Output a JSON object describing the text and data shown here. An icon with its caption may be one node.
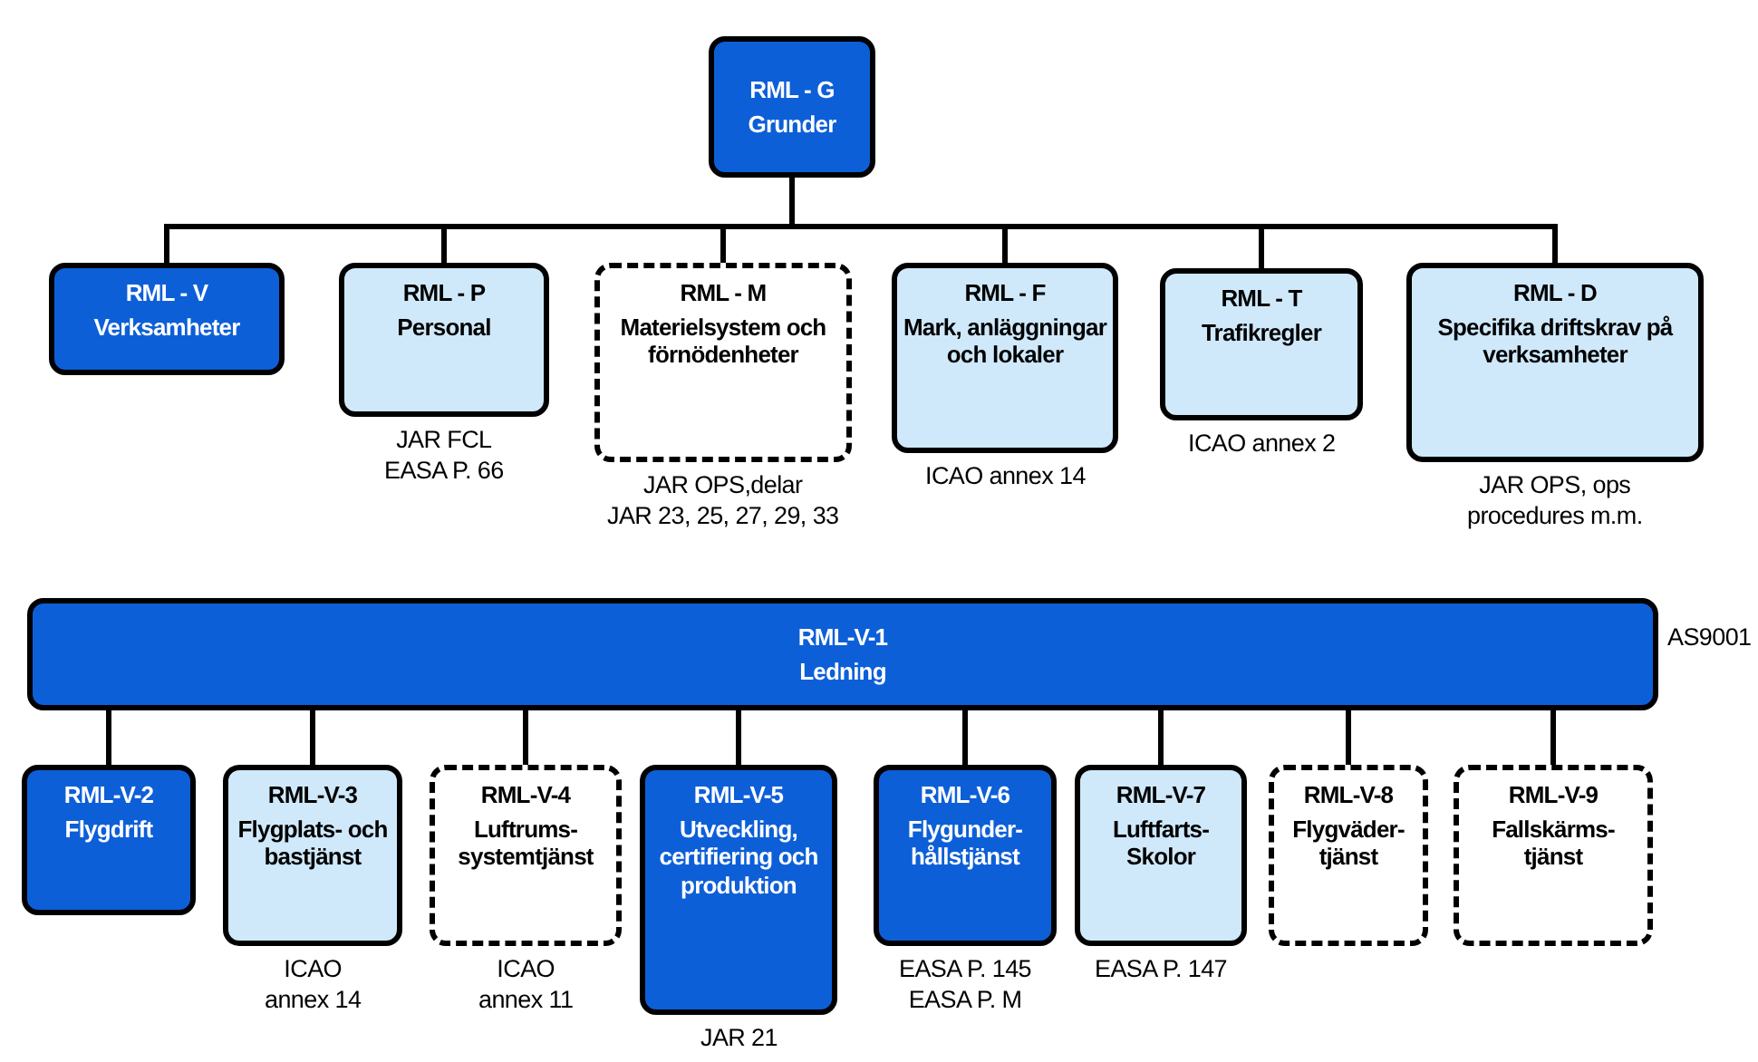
{
  "diagram": {
    "nodes": [
      {
        "text": [
          "RML - G",
          "Grunder"
        ]
      },
      {
        "text": [
          "RML - V",
          "Verksamheter"
        ]
      },
      {
        "text": [
          "RML - P",
          "Personal"
        ],
        "beside": [
          "JAR FCL",
          "EASA P. 66"
        ]
      },
      {
        "text": [
          "RML - M",
          "Materielsystem och förnödenheter"
        ],
        "beside": [
          "JAR OPS,delar",
          "JAR 23, 25, 27, 29, 33"
        ]
      },
      {
        "text": [
          "RML - F",
          "Mark, anläggningar och lokaler"
        ],
        "beside": [
          "ICAO annex 14"
        ]
      },
      {
        "text": [
          "RML - T",
          "Trafikregler"
        ],
        "beside": [
          "ICAO annex 2"
        ]
      },
      {
        "text": [
          "RML - D",
          "Specifika driftskrav på verksamheter"
        ],
        "beside": [
          "JAR OPS, ops",
          "procedures m.m."
        ]
      },
      {
        "text": [
          "RML-V-1",
          "Ledning"
        ],
        "beside": [
          "AS9001"
        ]
      },
      {
        "text": [
          "RML-V-2",
          "Flygdrift"
        ]
      },
      {
        "text": [
          "RML-V-3",
          "Flygplats- och bastjänst"
        ],
        "beside": [
          "ICAO",
          "annex 14"
        ]
      },
      {
        "text": [
          "RML-V-4",
          "Luftrums- systemtjänst"
        ],
        "beside": [
          "ICAO",
          "annex 11"
        ]
      },
      {
        "text": [
          "RML-V-5",
          "Utveckling, certifiering och produktion"
        ],
        "beside": [
          "JAR 21"
        ]
      },
      {
        "text": [
          "RML-V-6",
          "Flygunder- hållstjänst"
        ],
        "beside": [
          "EASA P. 145",
          "EASA P. M"
        ]
      },
      {
        "text": [
          "RML-V-7",
          "Luftfarts- Skolor"
        ],
        "beside": [
          "EASA P. 147"
        ]
      },
      {
        "text": [
          "RML-V-8",
          "Flygväder- tjänst"
        ]
      },
      {
        "text": [
          "RML-V-9",
          "Fallskärms- tjänst"
        ]
      }
    ],
    "edges": [
      {
        "from": 0,
        "to": 1,
        "arrow": "none"
      },
      {
        "from": 0,
        "to": 2,
        "arrow": "none"
      },
      {
        "from": 0,
        "to": 3,
        "arrow": "none"
      },
      {
        "from": 0,
        "to": 4,
        "arrow": "none"
      },
      {
        "from": 0,
        "to": 5,
        "arrow": "none"
      },
      {
        "from": 0,
        "to": 6,
        "arrow": "none"
      },
      {
        "from": 7,
        "to": 8,
        "arrow": "none"
      },
      {
        "from": 7,
        "to": 9,
        "arrow": "none"
      },
      {
        "from": 7,
        "to": 10,
        "arrow": "none"
      },
      {
        "from": 7,
        "to": 11,
        "arrow": "none"
      },
      {
        "from": 7,
        "to": 12,
        "arrow": "none"
      },
      {
        "from": 7,
        "to": 13,
        "arrow": "none"
      },
      {
        "from": 7,
        "to": 14,
        "arrow": "none"
      },
      {
        "from": 7,
        "to": 15,
        "arrow": "none"
      }
    ]
  }
}
